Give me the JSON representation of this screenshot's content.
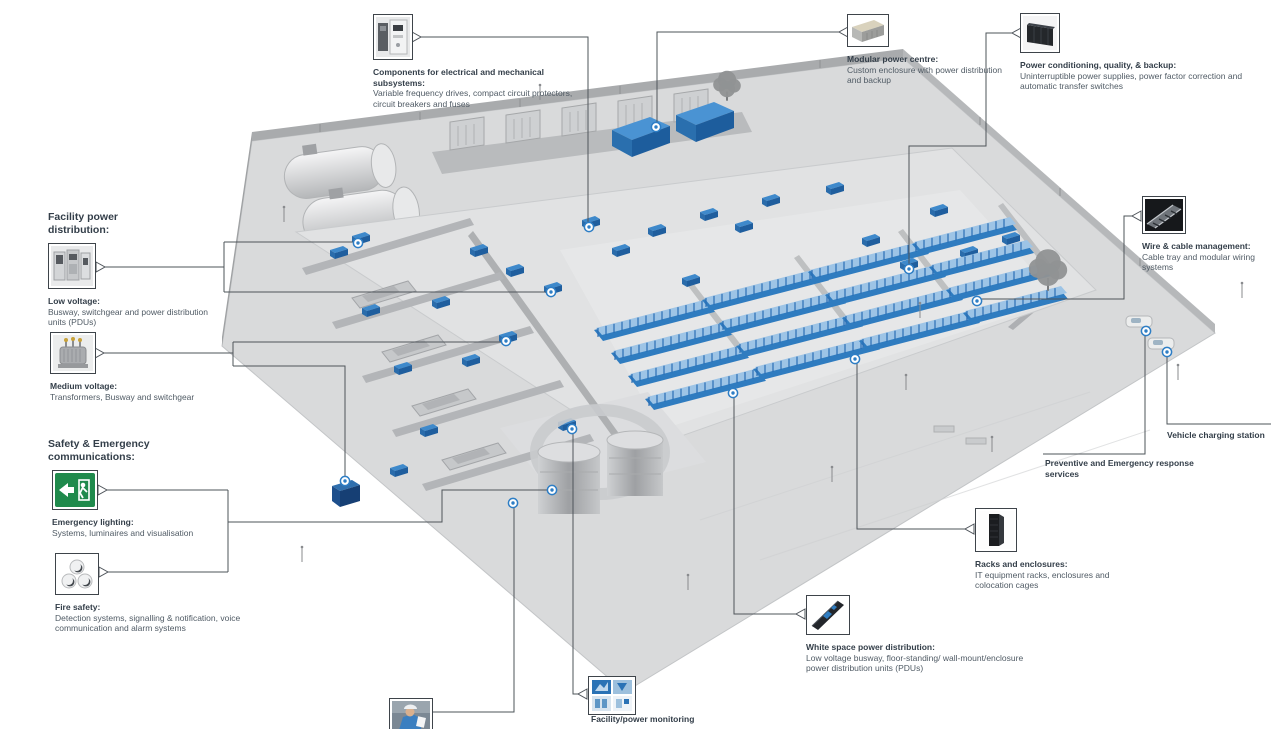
{
  "colors": {
    "accent_blue": "#2e7ec5",
    "equipment_blue": "#3e89cb",
    "sign_green": "#1f8a4c",
    "connector_gray": "#4e545a",
    "text_dark": "#333e49"
  },
  "headings": {
    "facility_power": "Facility power distribution:",
    "safety": "Safety & Emergency communications:"
  },
  "callouts": {
    "components": {
      "title": "Components for electrical and mechanical subsystems:",
      "body": "Variable frequency drives, compact circuit protectors, circuit breakers and fuses"
    },
    "modular": {
      "title": "Modular power centre:",
      "body": "Custom enclosure with power distribution and backup"
    },
    "power_conditioning": {
      "title": "Power conditioning, quality, & backup:",
      "body": "Uninterruptible power supplies, power factor correction and automatic transfer switches"
    },
    "low_voltage": {
      "title": "Low voltage:",
      "body": "Busway, switchgear and power distribution units (PDUs)"
    },
    "medium_voltage": {
      "title": "Medium voltage:",
      "body": "Transformers, Busway and switchgear"
    },
    "emergency_lighting": {
      "title": "Emergency lighting:",
      "body": "Systems, luminaires and visualisation"
    },
    "fire_safety": {
      "title": "Fire safety:",
      "body": "Detection systems, signalling & notification, voice communication and alarm systems"
    },
    "wire_cable": {
      "title": "Wire & cable management:",
      "body": "Cable tray and modular wiring systems"
    },
    "vehicle_charging": {
      "title": "Vehicle charging station"
    },
    "preventive": {
      "title": "Preventive and Emergency response services"
    },
    "racks": {
      "title": "Racks and enclosures:",
      "body": "IT equipment racks, enclosures and colocation cages"
    },
    "white_space": {
      "title": "White space power distribution:",
      "body": "Low voltage busway, floor-standing/ wall-mount/enclosure power distribution units (PDUs)"
    },
    "monitoring": {
      "title": "Facility/power monitoring"
    }
  }
}
